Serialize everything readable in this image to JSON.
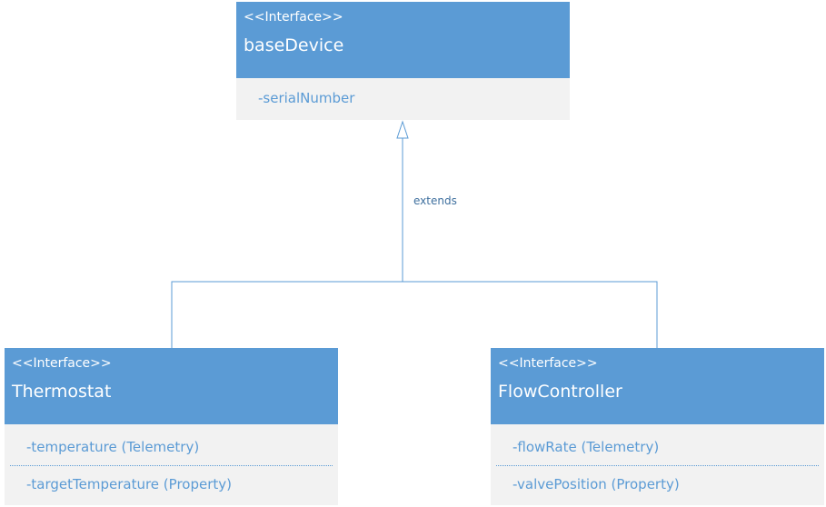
{
  "colors": {
    "header_fill": "#5b9bd5",
    "header_text": "#ffffff",
    "body_fill": "#f2f2f2",
    "member_text": "#5b9bd5",
    "connector": "#5b9bd5"
  },
  "relation": {
    "label": "extends"
  },
  "base": {
    "stereotype": "<<Interface>>",
    "name": "baseDevice",
    "members": [
      "-serialNumber"
    ]
  },
  "thermostat": {
    "stereotype": "<<Interface>>",
    "name": "Thermostat",
    "members": [
      "-temperature (Telemetry)",
      "-targetTemperature (Property)"
    ]
  },
  "flow": {
    "stereotype": "<<Interface>>",
    "name": "FlowController",
    "members": [
      "-flowRate (Telemetry)",
      "-valvePosition (Property)"
    ]
  }
}
